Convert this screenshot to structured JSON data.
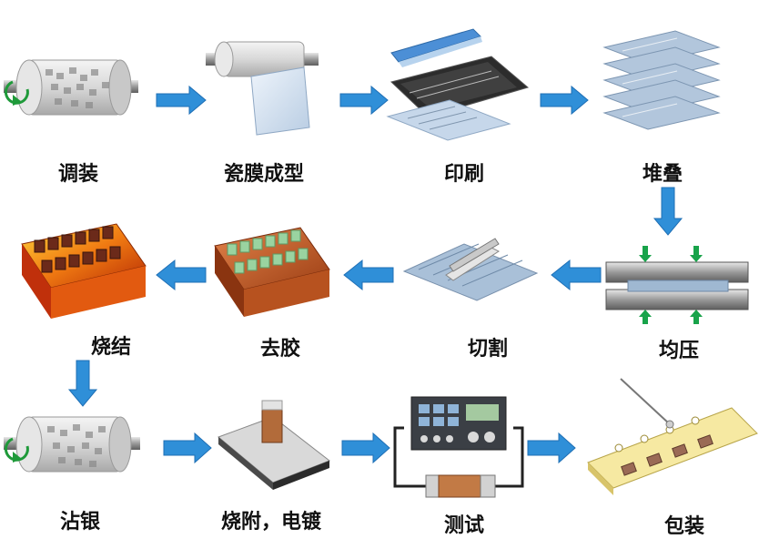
{
  "steps": [
    {
      "label": "调装",
      "icon": "ball-mill-drum-icon"
    },
    {
      "label": "瓷膜成型",
      "icon": "ceramic-film-roll-icon"
    },
    {
      "label": "印刷",
      "icon": "screen-printing-icon"
    },
    {
      "label": "堆叠",
      "icon": "layer-stack-icon"
    },
    {
      "label": "均压",
      "icon": "press-plates-icon"
    },
    {
      "label": "切割",
      "icon": "cutting-blade-icon"
    },
    {
      "label": "去胶",
      "icon": "binder-removal-tray-icon"
    },
    {
      "label": "烧结",
      "icon": "sintering-tray-icon"
    },
    {
      "label": "沾银",
      "icon": "silver-dip-drum-icon"
    },
    {
      "label": "烧附，电镀",
      "icon": "plating-plate-icon"
    },
    {
      "label": "测试",
      "icon": "test-equipment-icon"
    },
    {
      "label": "包装",
      "icon": "tape-packaging-icon"
    }
  ],
  "colors": {
    "arrow": "#2f8fd8",
    "arrow_dark": "#1f6fb5",
    "label": "#111111"
  }
}
